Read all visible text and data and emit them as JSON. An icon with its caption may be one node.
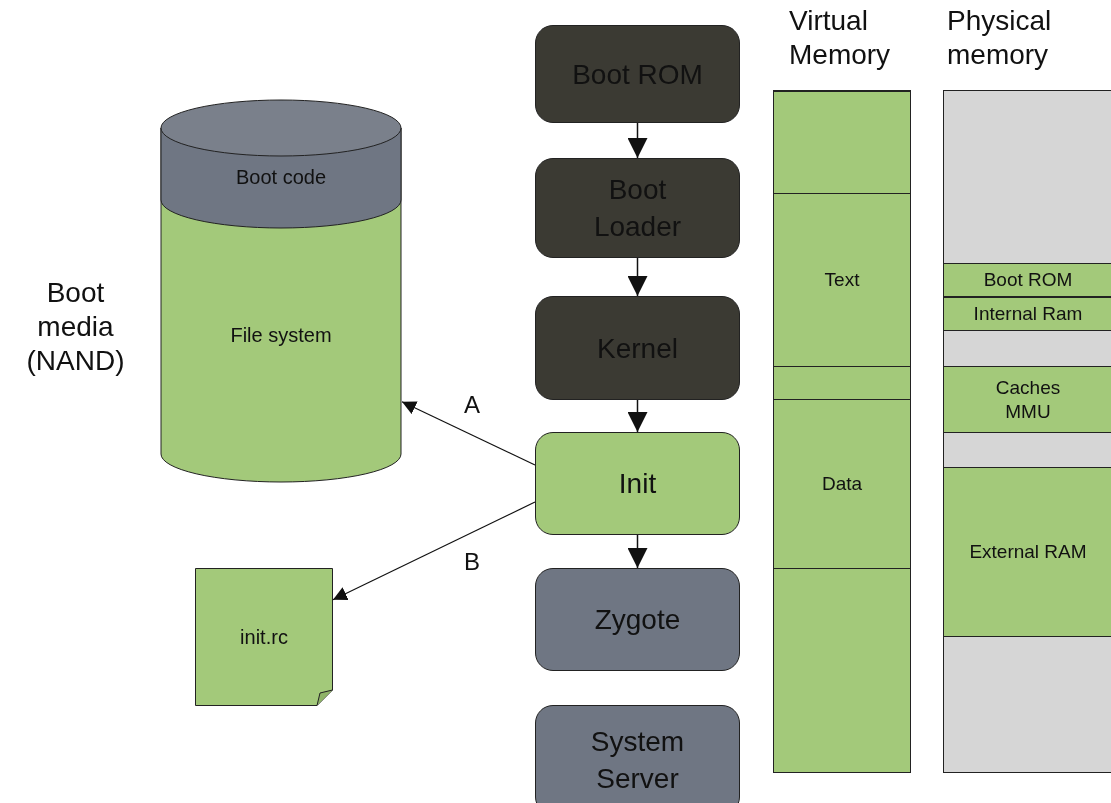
{
  "diagram": {
    "nodes": [
      {
        "text": [
          "Boot code",
          "File system"
        ],
        "beside": [
          "Boot media (NAND)"
        ]
      },
      {
        "text": [
          "init.rc"
        ]
      },
      {
        "text": [
          "Boot ROM"
        ]
      },
      {
        "text": [
          "Boot Loader"
        ]
      },
      {
        "text": [
          "Kernel"
        ]
      },
      {
        "text": [
          "Init"
        ]
      },
      {
        "text": [
          "Zygote"
        ]
      },
      {
        "text": [
          "System Server"
        ]
      },
      {
        "text": [
          "Virtual Memory"
        ]
      },
      {
        "text": [],
        "shape": "box",
        "in": 8
      },
      {
        "text": [
          "Text"
        ],
        "in": 8
      },
      {
        "text": [],
        "shape": "box",
        "in": 8
      },
      {
        "text": [
          "Data"
        ],
        "in": 8
      },
      {
        "text": [],
        "shape": "box",
        "in": 8
      },
      {
        "text": [
          "Physical memory"
        ]
      },
      {
        "text": [
          "Boot ROM"
        ],
        "in": 14
      },
      {
        "text": [
          "Internal Ram"
        ],
        "in": 14
      },
      {
        "text": [
          "Caches MMU"
        ],
        "in": 14
      },
      {
        "text": [
          "External RAM"
        ],
        "in": 14
      }
    ],
    "edges": [
      {
        "from": 2,
        "to": 3,
        "arrow": "to"
      },
      {
        "from": 3,
        "to": 4,
        "arrow": "to"
      },
      {
        "from": 4,
        "to": 5,
        "arrow": "to"
      },
      {
        "from": 5,
        "to": 6,
        "arrow": "to"
      },
      {
        "from": 5,
        "to": 0,
        "label": "A",
        "arrow": "to"
      },
      {
        "from": 5,
        "to": 1,
        "label": "B",
        "arrow": "to"
      }
    ]
  }
}
